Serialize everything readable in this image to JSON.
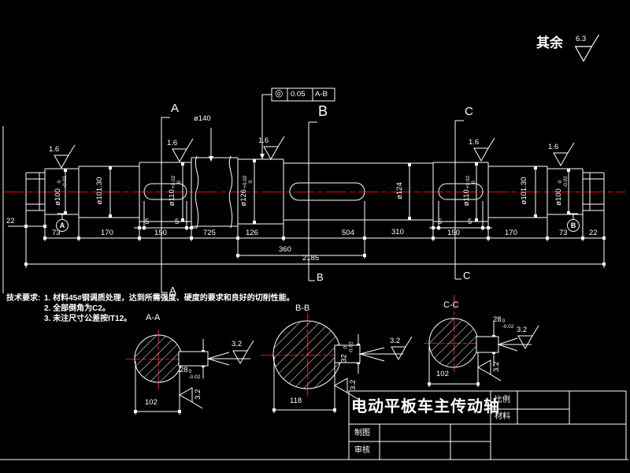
{
  "general": {
    "surplus_label": "其余",
    "surplus_roughness": "6.3"
  },
  "tolerance_frame": {
    "symbol": "◎",
    "value": "0.05",
    "datums": "A-B"
  },
  "section_marks": {
    "a": "A",
    "b": "B",
    "c": "C"
  },
  "datums": {
    "left": "A",
    "right": "B"
  },
  "roughness": {
    "fine": "1.6",
    "medium": "3.2"
  },
  "main_dims": {
    "tip_left": "22",
    "journal_left": "73",
    "seg_101_left": "170",
    "seg_110_left": "150",
    "gap1": "5",
    "gap2": "5",
    "gap3": "5",
    "gap4": "5",
    "break_seg": "725",
    "seg_126": "126",
    "keyway_len": "504",
    "mid_right": "310",
    "seg_110_right": "150",
    "seg_101_right": "170",
    "journal_right": "73",
    "tip_right": "22",
    "sub_total": "360",
    "total": "2185"
  },
  "diameters": {
    "d100_left": {
      "v": "ø100",
      "sup": "0",
      "sub": "-0.02"
    },
    "d101_left": {
      "v": "ø101.30"
    },
    "d110_left": {
      "v": "ø110",
      "sup": "+0.02",
      "sub": "0"
    },
    "d140": {
      "v": "ø140"
    },
    "d126": {
      "v": "ø126",
      "sup": "+0.02",
      "sub": "0"
    },
    "d124": {
      "v": "ø124"
    },
    "d110_right": {
      "v": "ø110",
      "sup": "+0.02",
      "sub": "0"
    },
    "d101_right": {
      "v": "ø101.30"
    },
    "d100_right": {
      "v": "ø100",
      "sup": "0",
      "sub": "-0.02"
    }
  },
  "tech_req": {
    "heading": "技术要求:",
    "line1": "1. 材料45#钢调质处理，达到所需强度、硬度的要求和良好的切削性能。",
    "line2": "2. 全部倒角为C2。",
    "line3": "3. 未注尺寸公差按IT12。"
  },
  "sections": {
    "aa": {
      "title": "A-A",
      "width": "102",
      "key_w": "28",
      "key_sup": "0",
      "key_sub": "-0.02",
      "rough": "3.2",
      "rough_side": "3.2"
    },
    "bb": {
      "title": "B-B",
      "width": "118",
      "key_w": "32",
      "key_sup": "0",
      "key_sub": "-0.02",
      "rough": "3.2",
      "rough_side": "3.2"
    },
    "cc": {
      "title": "C-C",
      "width": "102",
      "key_w": "28",
      "key_sup": "0",
      "key_sub": "-0.02",
      "rough": "3.2",
      "rough_side": "3.2"
    }
  },
  "title_block": {
    "drawing_title": "电动平板车主传动轴",
    "scale_label": "比例",
    "material_label": "材料",
    "drawn_label": "制图",
    "checked_label": "审核"
  },
  "colors": {
    "background": "#000000",
    "line": "#ffffff",
    "centerline": "#ff0000"
  }
}
